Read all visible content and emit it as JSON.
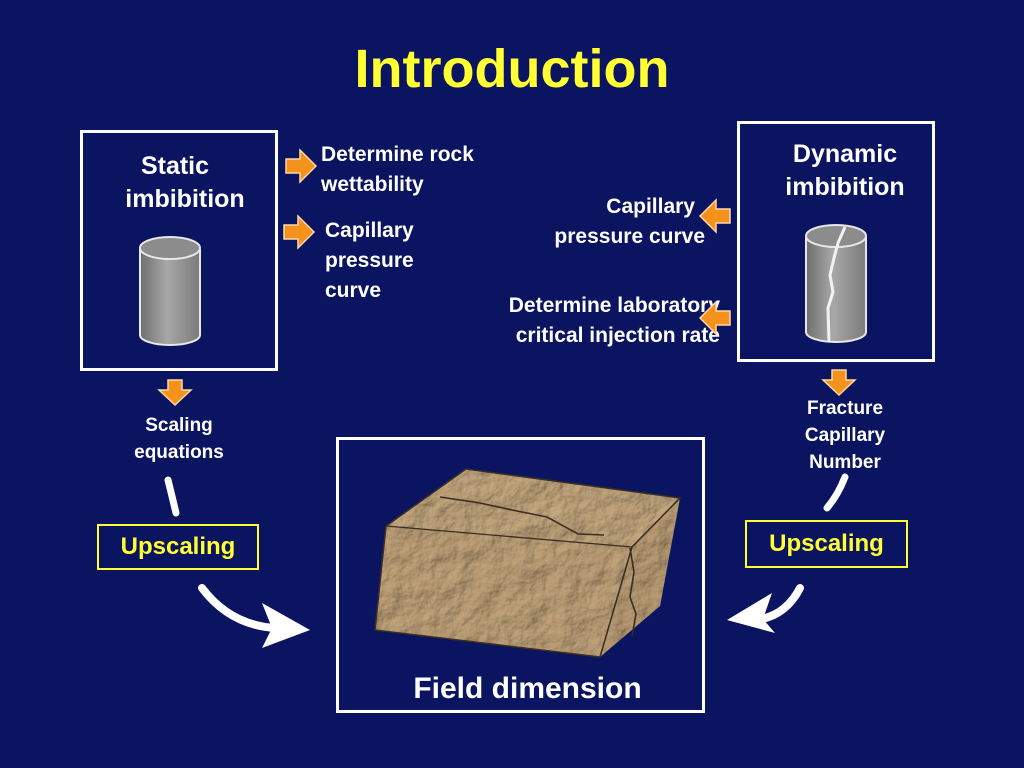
{
  "slide": {
    "title": "Introduction"
  },
  "static_panel": {
    "title_line1": "Static",
    "title_line2": "imbibition",
    "outputs": [
      {
        "line1": "Determine  rock",
        "line2": "wettability"
      },
      {
        "line1": "Capillary",
        "line2": "pressure",
        "line3": "curve"
      }
    ],
    "scaling_line1": "Scaling",
    "scaling_line2": "equations",
    "upscaling_label": "Upscaling"
  },
  "dynamic_panel": {
    "title_line1": "Dynamic",
    "title_line2": "imbibition",
    "outputs": [
      {
        "line1": "Capillary",
        "line2": "pressure curve"
      },
      {
        "line1": "Determine  laboratory",
        "line2": "critical injection rate"
      }
    ],
    "fracture_line1": "Fracture",
    "fracture_line2": "Capillary",
    "fracture_line3": "Number",
    "upscaling_label": "Upscaling"
  },
  "field_panel": {
    "label": "Field dimension"
  },
  "colors": {
    "background": "#0b1460",
    "title": "#ffff33",
    "arrow_fill": "#f5921e",
    "box_border": "#ffffff",
    "upscaling_border": "#ffff33",
    "rock": "#b89a72"
  }
}
